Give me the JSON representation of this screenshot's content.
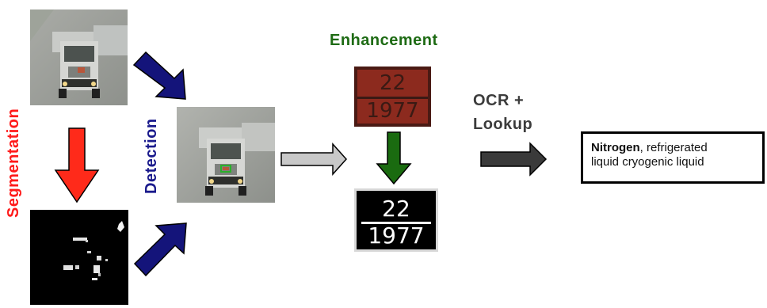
{
  "labels": {
    "segmentation": "Segmentation",
    "detection": "Detection",
    "enhancement": "Enhancement",
    "ocr_line1": "OCR +",
    "ocr_line2": "Lookup"
  },
  "plates": {
    "enhanced_top": "22",
    "enhanced_bottom": "1977",
    "original_top": "22",
    "original_bottom": "1977"
  },
  "result": {
    "bold": "Nitrogen",
    "rest_line1": ", refrigerated",
    "line2": "liquid cryogenic liquid"
  },
  "colors": {
    "segmentation_text": "#ff1a1a",
    "detection_text": "#1a1a8c",
    "enhancement_text": "#1e6b14",
    "arrow_blue": "#14147a",
    "arrow_red": "#ff2a1a",
    "arrow_green": "#1a6b10",
    "arrow_gray": "#c8c8c8",
    "arrow_dark": "#3a3a3a"
  }
}
